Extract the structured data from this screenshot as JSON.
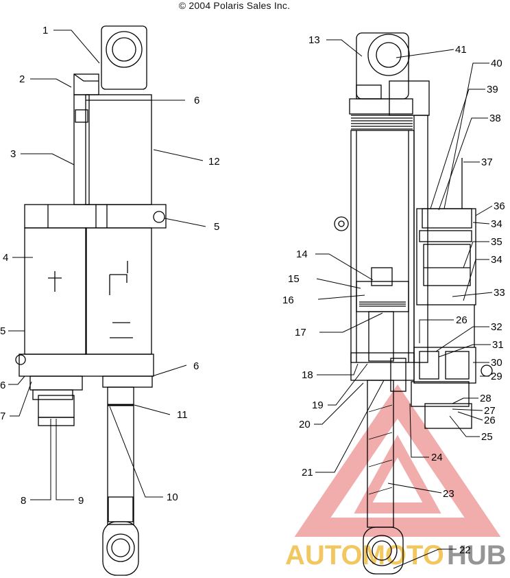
{
  "header": {
    "copyright": "© 2004 Polaris Sales Inc."
  },
  "watermark": {
    "word1": "AUTOMOTO",
    "word2": "HUB",
    "color_primary": "#f0a4a4",
    "color_accent": "#f2c14e",
    "color_dark": "#8a8a8a"
  },
  "labels": {
    "l1": "1",
    "l2": "2",
    "l3": "3",
    "l4": "4",
    "l5a": "5",
    "l5b": "5",
    "l6a": "6",
    "l6b": "6",
    "l6c": "6",
    "l7": "7",
    "l8": "8",
    "l9": "9",
    "l10": "10",
    "l11": "11",
    "l12": "12",
    "l13": "13",
    "l14": "14",
    "l15": "15",
    "l16": "16",
    "l17": "17",
    "l18": "18",
    "l19": "19",
    "l20": "20",
    "l21": "21",
    "l22": "22",
    "l23": "23",
    "l24": "24",
    "l25": "25",
    "l26a": "26",
    "l26b": "26",
    "l27": "27",
    "l28": "28",
    "l29": "29",
    "l30": "30",
    "l31": "31",
    "l32": "32",
    "l33": "33",
    "l34a": "34",
    "l34b": "34",
    "l35": "35",
    "l36": "36",
    "l37": "37",
    "l38": "38",
    "l39": "39",
    "l40": "40",
    "l41": "41"
  }
}
